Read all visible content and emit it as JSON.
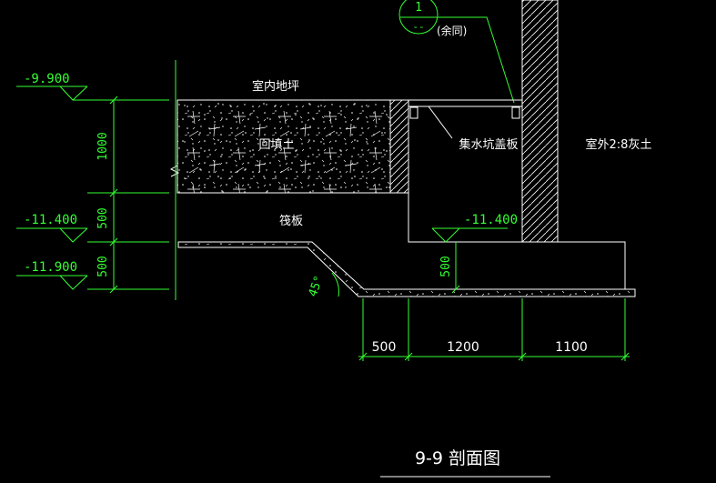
{
  "detail_callout": {
    "number": "1",
    "sheet": "--",
    "note": "(余同)"
  },
  "labels": {
    "indoor_floor": "室内地坪",
    "backfill": "回填土",
    "sump_cover": "集水坑盖板",
    "outdoor_soil": "室外2:8灰土",
    "raft": "筏板"
  },
  "elevations": {
    "top": "-9.900",
    "mid_left": "-11.400",
    "bottom_left": "-11.900",
    "pit_bottom": "-11.400"
  },
  "dimensions": {
    "v_1000": "1000",
    "v_500_a": "500",
    "v_500_b": "500",
    "v_500_pit": "500",
    "h_500": "500",
    "h_1200": "1200",
    "h_1100": "1100",
    "angle": "45°"
  },
  "title": "9-9  剖面图",
  "colors": {
    "background": "#000000",
    "linework": "#ffffff",
    "dimensions": "#33ff33"
  }
}
